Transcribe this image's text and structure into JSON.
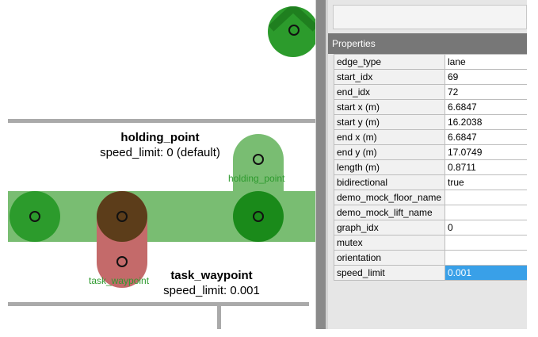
{
  "colors": {
    "lane_green": "#79bd72",
    "node_green": "#2c9b2c",
    "node_dark": "#1a8a1a",
    "task_brown": "#5c3d1a",
    "task_red": "#c46a6a",
    "selected_blue": "#39a0e8"
  },
  "canvas": {
    "holding_label": "holding_point",
    "task_label": "task_waypoint",
    "annotation_holding": {
      "title": "holding_point",
      "subtitle": "speed_limit: 0 (default)"
    },
    "annotation_task": {
      "title": "task_waypoint",
      "subtitle": "speed_limit: 0.001"
    }
  },
  "properties": {
    "header": "Properties",
    "rows": [
      {
        "key": "edge_type",
        "value": "lane"
      },
      {
        "key": "start_idx",
        "value": "69"
      },
      {
        "key": "end_idx",
        "value": "72"
      },
      {
        "key": "start x (m)",
        "value": "6.6847"
      },
      {
        "key": "start y (m)",
        "value": "16.2038"
      },
      {
        "key": "end x (m)",
        "value": "6.6847"
      },
      {
        "key": "end y (m)",
        "value": "17.0749"
      },
      {
        "key": "length (m)",
        "value": "0.8711"
      },
      {
        "key": "bidirectional",
        "value": "true"
      },
      {
        "key": "demo_mock_floor_name",
        "value": ""
      },
      {
        "key": "demo_mock_lift_name",
        "value": ""
      },
      {
        "key": "graph_idx",
        "value": "0"
      },
      {
        "key": "mutex",
        "value": ""
      },
      {
        "key": "orientation",
        "value": ""
      },
      {
        "key": "speed_limit",
        "value": "0.001"
      }
    ]
  }
}
